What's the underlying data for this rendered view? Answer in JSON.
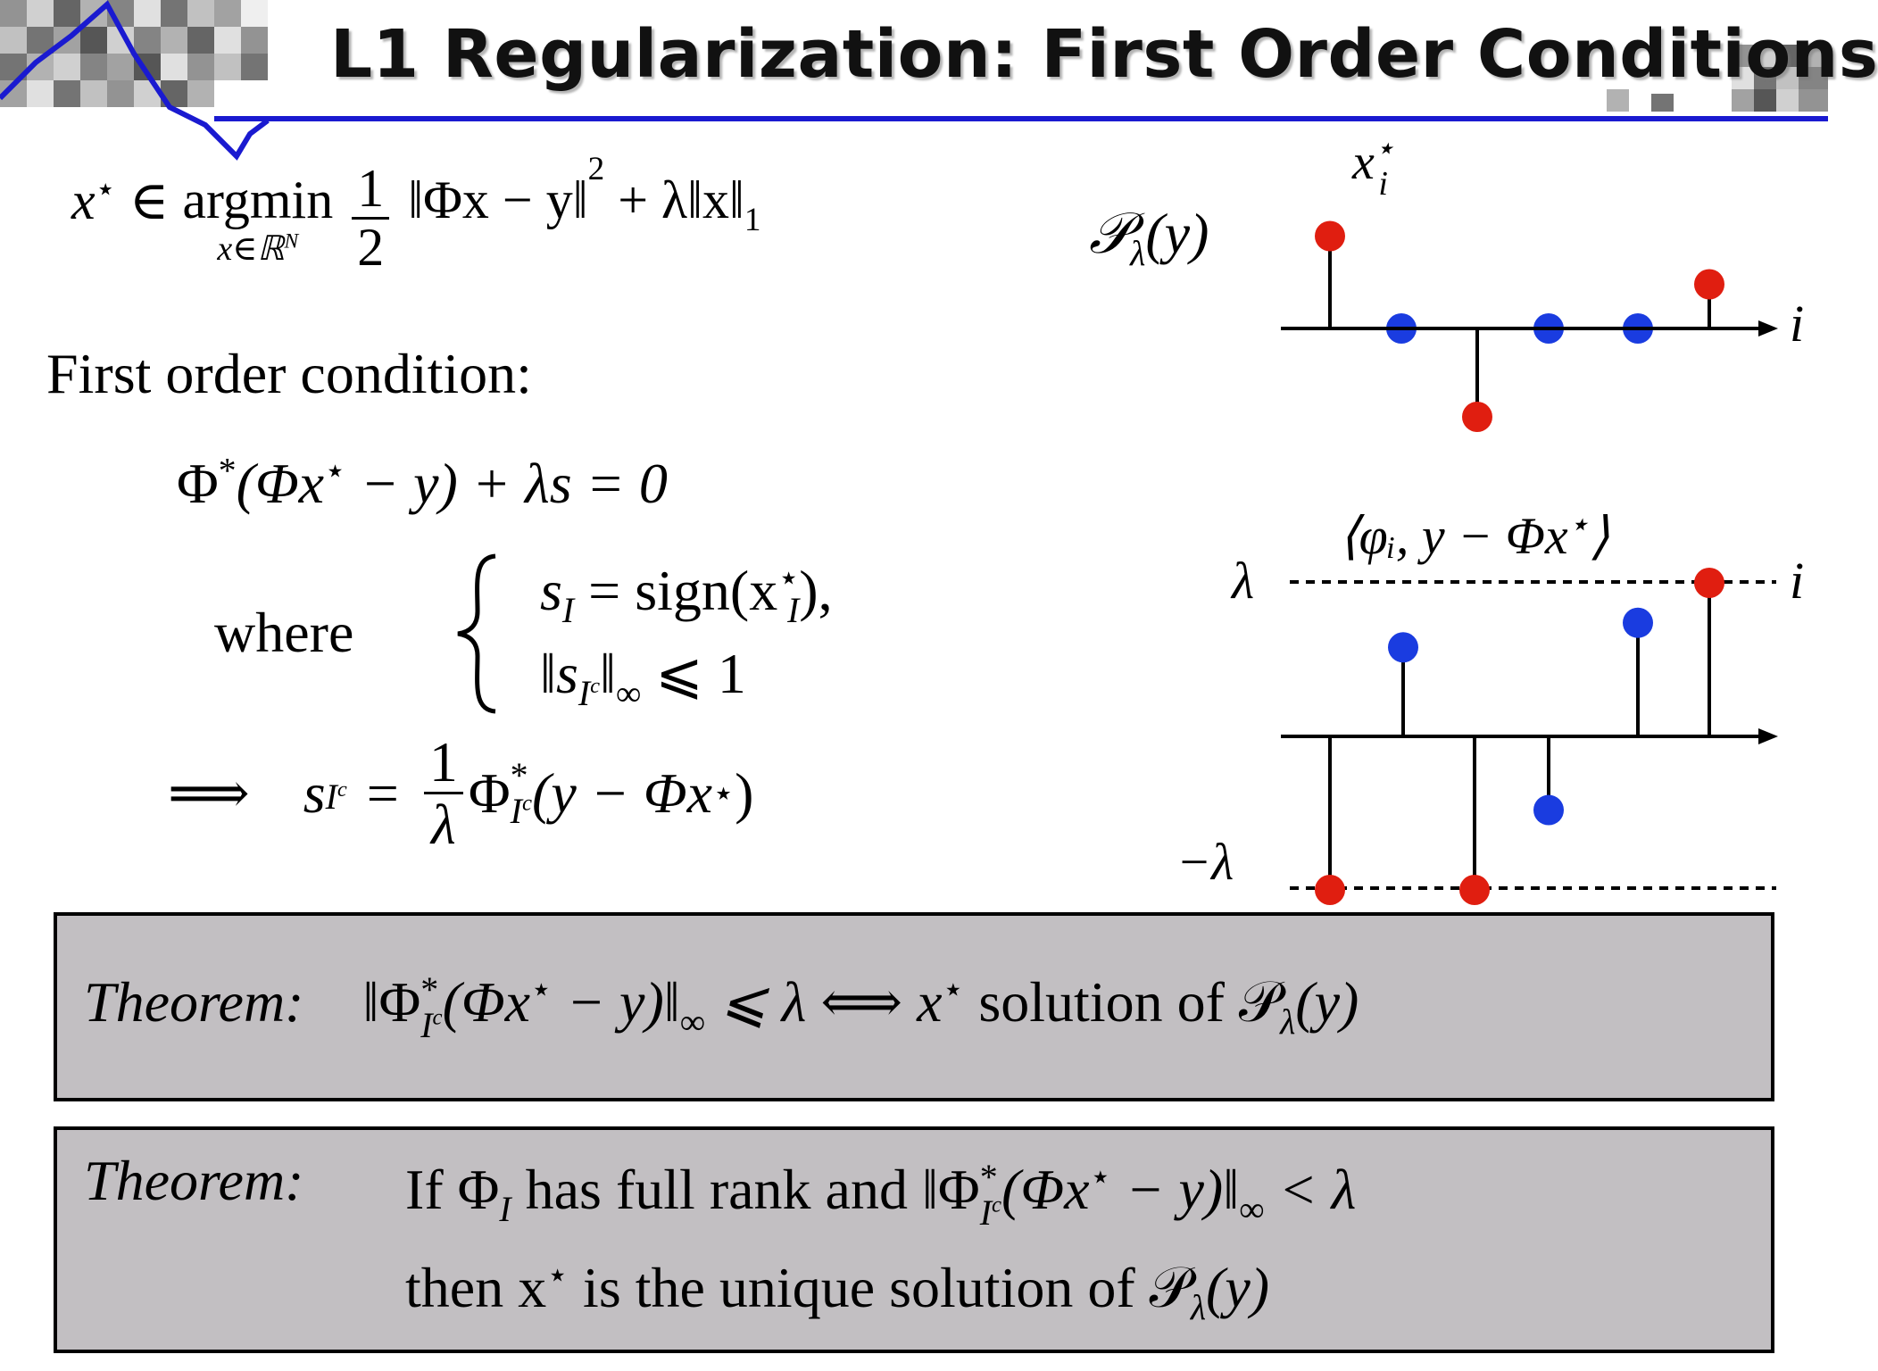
{
  "title": "L1 Regularization: First Order Conditions",
  "colors": {
    "accent_rule": "#1a1ad0",
    "red_dot": "#e01e10",
    "blue_dot": "#1a3ce0",
    "box_bg": "#c2bfc2"
  },
  "problem": {
    "lhs": "x",
    "star": "⋆",
    "in": "∈",
    "op": "argmin",
    "sub": "x∈ℝ",
    "sub_sup": "N",
    "frac_num": "1",
    "frac_den": "2",
    "body": "‖Φx − y‖",
    "sq": "2",
    "reg": "+ λ‖x‖",
    "reg_sub": "1",
    "name": "𝒫",
    "name_sub": "λ",
    "name_arg": "(y)"
  },
  "first_order_label": "First order condition:",
  "eq1": {
    "a": "Φ",
    "b": "(Φx",
    "c": " − y) + λs = 0"
  },
  "where_label": "where",
  "cases": {
    "line1_a": "s",
    "line1_sub": "I",
    "line1_b": " = sign(x",
    "line1_sub2": "I",
    "line1_c": "),",
    "line2_a": "‖s",
    "line2_sub": "I",
    "line2_subsup": "c",
    "line2_b": "‖",
    "line2_inf": "∞",
    "line2_c": " ⩽ 1"
  },
  "implies": {
    "arrow": "⟹",
    "lhs": "s",
    "lhs_sub": "I",
    "lhs_subsup": "c",
    "eq": "=",
    "frac_num": "1",
    "frac_den": "λ",
    "rhs_a": "Φ",
    "rhs_sub": "I",
    "rhs_subsup": "c",
    "rhs_b": "(y − Φx",
    "rhs_c": ")"
  },
  "theorem1": {
    "label": "Theorem:",
    "expr_a": "‖Φ",
    "sub": "I",
    "subsup": "c",
    "expr_b": "(Φx",
    "expr_c": " − y)‖",
    "inf": "∞",
    "expr_d": " ⩽ λ ⟺ x",
    "expr_e": " solution of 𝒫",
    "lam": "λ",
    "expr_f": "(y)"
  },
  "theorem2": {
    "label": "Theorem:",
    "l1_a": "If Φ",
    "l1_sub": "I",
    "l1_b": " has full rank and  ‖Φ",
    "l1_sub2": "I",
    "l1_subsup": "c",
    "l1_c": "(Φx",
    "l1_d": " − y)‖",
    "l1_inf": "∞",
    "l1_e": " < λ",
    "l2_a": "then x",
    "l2_b": " is the unique solution of 𝒫",
    "l2_lam": "λ",
    "l2_c": "(y)"
  },
  "diagram_top": {
    "label_x": "x",
    "label_star": "⋆",
    "label_i_sub": "i",
    "axis_label": "i",
    "stems": [
      {
        "index": 1,
        "value": 1.15,
        "color": "red"
      },
      {
        "index": 2,
        "value": 0.0,
        "color": "blue"
      },
      {
        "index": 3,
        "value": -1.1,
        "color": "red"
      },
      {
        "index": 4,
        "value": 0.0,
        "color": "blue"
      },
      {
        "index": 5,
        "value": 0.0,
        "color": "blue"
      },
      {
        "index": 6,
        "value": 0.55,
        "color": "red"
      }
    ]
  },
  "diagram_bottom": {
    "label": "⟨φᵢ, y − Φx",
    "label_star": "⋆",
    "label_end": "⟩",
    "lambda_label": "λ",
    "neg_lambda_label": "−λ",
    "axis_label": "i",
    "stems": [
      {
        "index": 1,
        "value": -1.0,
        "color": "red"
      },
      {
        "index": 2,
        "value": 0.58,
        "color": "blue"
      },
      {
        "index": 3,
        "value": -1.0,
        "color": "red"
      },
      {
        "index": 4,
        "value": -0.48,
        "color": "blue"
      },
      {
        "index": 5,
        "value": 0.74,
        "color": "blue"
      },
      {
        "index": 6,
        "value": 1.0,
        "color": "red"
      }
    ]
  }
}
